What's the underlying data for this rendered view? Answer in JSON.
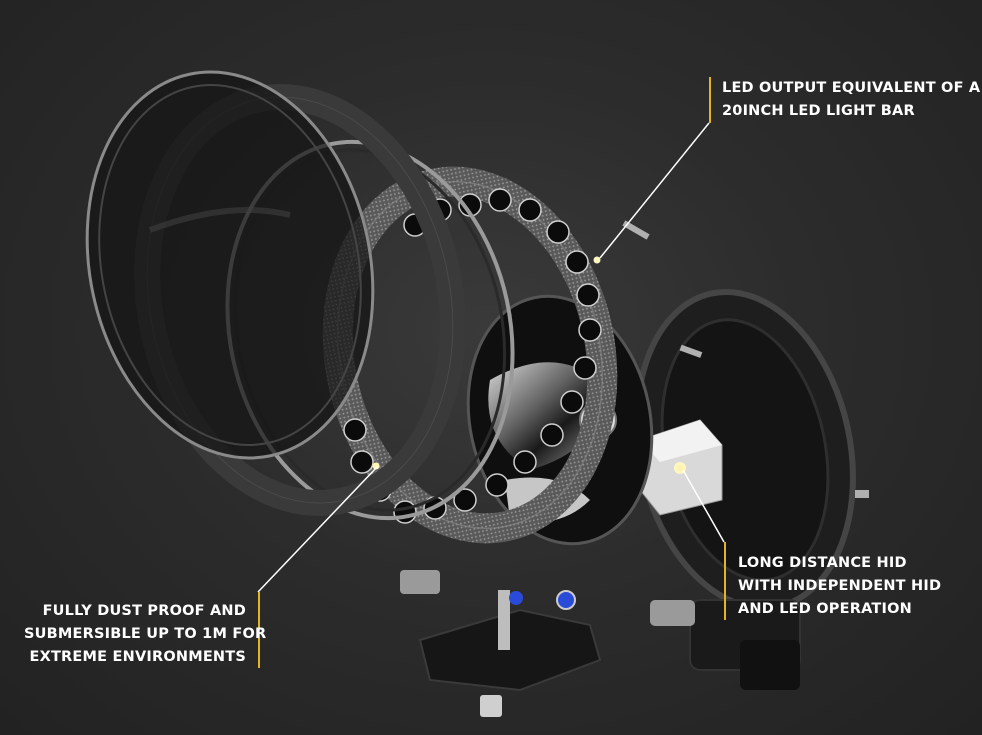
{
  "callouts": {
    "led_output": {
      "lines": [
        "LED OUTPUT EQUIVALENT OF A",
        "20INCH LED LIGHT BAR"
      ]
    },
    "hid": {
      "lines": [
        "LONG DISTANCE HID",
        "WITH INDEPENDENT HID",
        "AND LED OPERATION"
      ]
    },
    "dust_proof": {
      "lines": [
        "FULLY DUST PROOF AND",
        "SUBMERSIBLE UP TO 1M FOR",
        "EXTREME ENVIRONMENTS"
      ]
    }
  },
  "colors": {
    "accent": "#e6b422",
    "background": "#2b2b2b",
    "text": "#ffffff"
  }
}
